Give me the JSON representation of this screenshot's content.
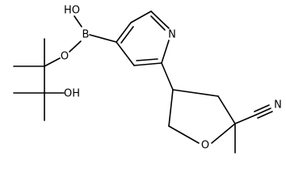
{
  "molecule": {
    "atom_labels": {
      "boron_hydroxyl": "HO",
      "boron": "B",
      "boronate_oxygen": "O",
      "pinacol_hydroxyl": "OH",
      "pyridine_nitrogen": "N",
      "ring_oxygen": "O",
      "nitrile_nitrogen": "N"
    },
    "colors": {
      "bond": "#000000",
      "label": "#000000",
      "background": "#ffffff"
    }
  }
}
